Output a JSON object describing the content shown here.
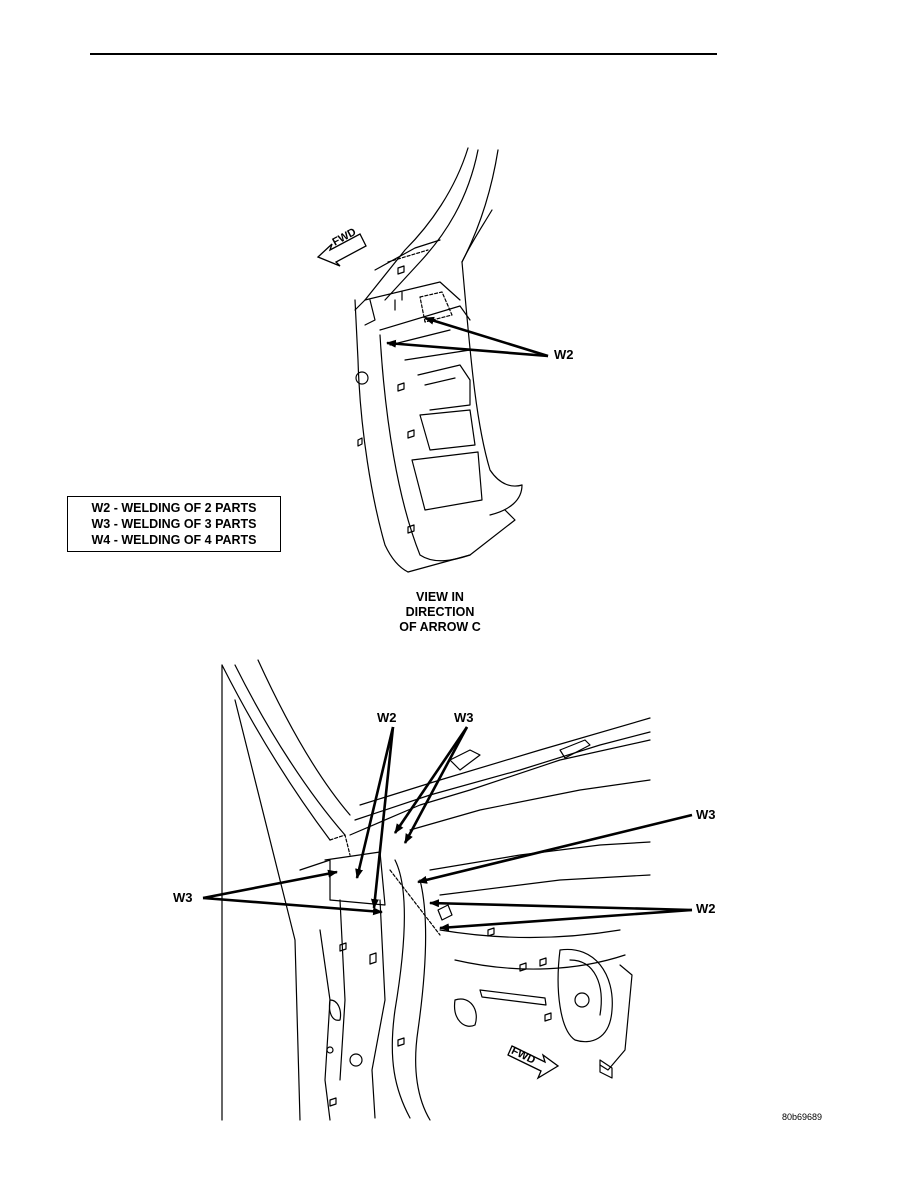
{
  "legend": {
    "rows": [
      "W2 - WELDING OF 2 PARTS",
      "W3 - WELDING OF 3 PARTS",
      "W4 - WELDING OF 4 PARTS"
    ]
  },
  "top_view": {
    "fwd_label": "FWD",
    "weld_label": "W2",
    "caption": [
      "VIEW IN",
      "DIRECTION",
      "OF ARROW C"
    ]
  },
  "bottom_view": {
    "fwd_label": "FWD",
    "labels": {
      "w2_top": "W2",
      "w3_top": "W3",
      "w3_right": "W3",
      "w2_right": "W2",
      "w3_left": "W3"
    }
  },
  "figure_id": "80b69689"
}
